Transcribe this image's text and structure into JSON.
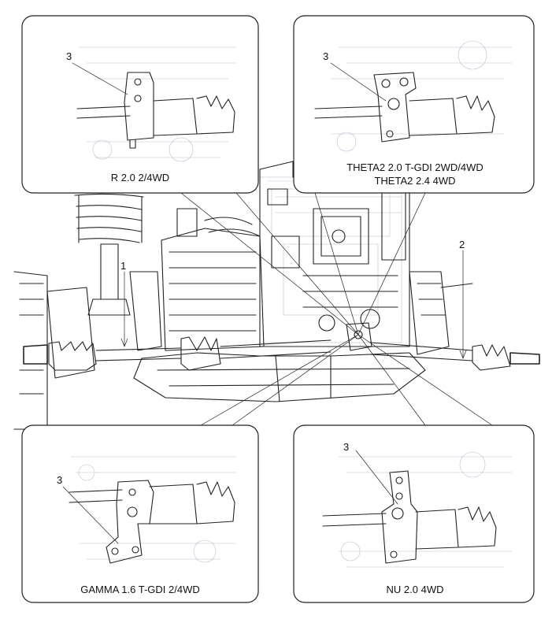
{
  "callouts": [
    {
      "id": "r20",
      "label": "R 2.0 2/4WD",
      "part_number": "3"
    },
    {
      "id": "theta2",
      "label": "THETA2 2.0 T-GDI 2WD/4WD",
      "label2": "THETA2 2.4 4WD",
      "part_number": "3"
    },
    {
      "id": "gamma",
      "label": "GAMMA 1.6 T-GDI 2/4WD",
      "part_number": "3"
    },
    {
      "id": "nu20",
      "label": "NU 2.0 4WD",
      "part_number": "3"
    }
  ],
  "main_labels": {
    "left_shaft": "1",
    "right_shaft": "2"
  }
}
